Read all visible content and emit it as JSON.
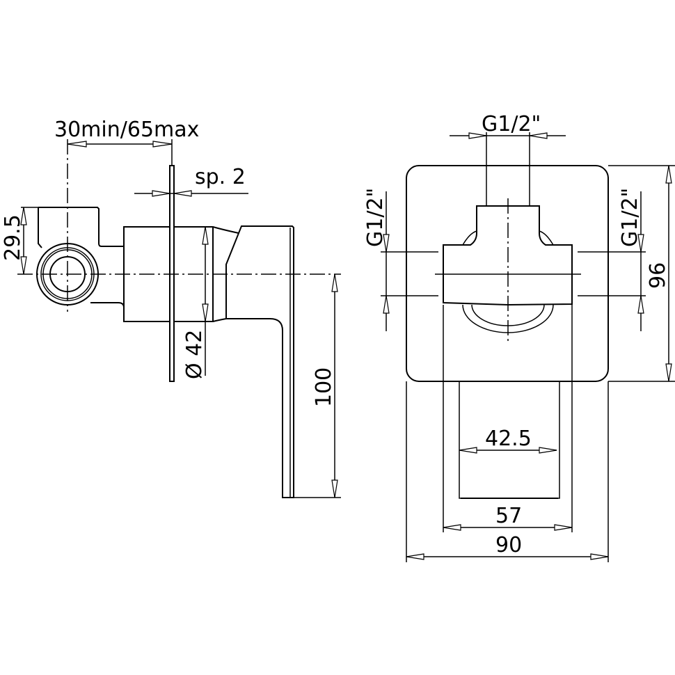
{
  "diagram": {
    "type": "technical-drawing",
    "subject": "concealed single-lever shower mixer",
    "side_view": {
      "dimensions": {
        "wall_depth": "30min/65max",
        "plate_thickness": "sp. 2",
        "inlet_offset": "29.5",
        "body_diameter": "Ø 42",
        "lever_length": "100"
      }
    },
    "front_view": {
      "dimensions": {
        "top_connection": "G1/2\"",
        "left_connection": "G1/2\"",
        "right_connection": "G1/2\"",
        "plate_height": "96",
        "lever_inner_width": "42.5",
        "lever_width": "57",
        "plate_width": "90"
      }
    },
    "colors": {
      "line": "#000000",
      "background": "#ffffff"
    }
  }
}
